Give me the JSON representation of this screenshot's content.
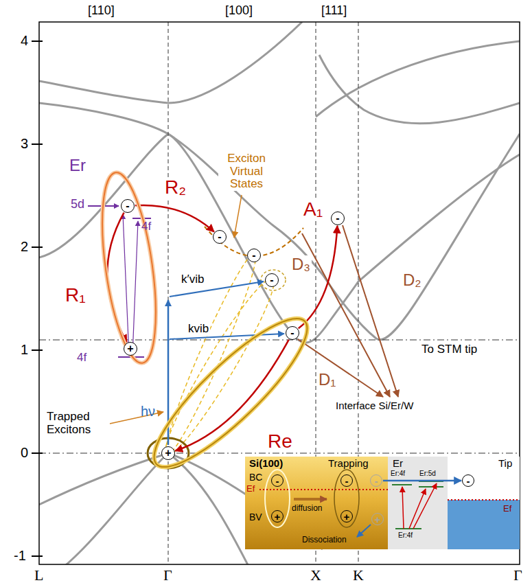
{
  "diagram": {
    "nodes": [
      {
        "text": [
          "Er"
        ]
      },
      {
        "text": [
          "-"
        ],
        "in": 0
      },
      {
        "text": [
          "+"
        ],
        "in": 0
      },
      {
        "text": [
          "-"
        ]
      },
      {
        "text": [
          "-"
        ]
      },
      {
        "text": [
          "-"
        ]
      },
      {
        "text": [
          "-"
        ]
      },
      {
        "text": [
          "Re"
        ]
      },
      {
        "text": [
          "-"
        ],
        "in": 7
      },
      {
        "text": [
          "+"
        ]
      },
      {
        "text": [
          "Si(100)",
          "Trapping",
          "BC",
          "BV"
        ]
      },
      {
        "text": [
          "-"
        ],
        "in": 10
      },
      {
        "text": [
          "-"
        ],
        "in": 10
      },
      {
        "text": [
          "-"
        ],
        "in": 10
      },
      {
        "text": [
          "+"
        ],
        "in": 10
      },
      {
        "text": [
          "+"
        ],
        "in": 10
      },
      {
        "text": [
          "+"
        ],
        "in": 10
      },
      {
        "text": [
          "Er"
        ]
      },
      {
        "text": [
          "Tip"
        ]
      },
      {
        "text": [
          "-"
        ]
      }
    ],
    "edges": [
      {
        "from": 1,
        "to": 2,
        "arrow": "to",
        "label": "R₁"
      },
      {
        "from": 1,
        "to": 3,
        "arrow": "to",
        "label": "R₂"
      },
      {
        "from": 8,
        "to": 6,
        "arrow": "to",
        "label": "A₁"
      },
      {
        "from": 8,
        "to": 9,
        "arrow": "to"
      },
      {
        "from": 13,
        "to": 19,
        "arrow": "to"
      }
    ],
    "labels": [
      "[110]",
      "[100]",
      "[111]",
      "4",
      "3",
      "2",
      "1",
      "0",
      "-1",
      "L",
      "Γ",
      "X",
      "K",
      "Γ",
      "5d",
      "4f",
      "4f",
      "Exciton Virtual States",
      "k′vib",
      "kvib",
      "D₁",
      "D₂",
      "D₃",
      "hν",
      "Trapped Excitons",
      "To STM tip",
      "Interface Si/Er/W",
      "Ef",
      "diffusion",
      "Dissociation",
      "Er:4f",
      "Er:5d",
      "Er:4f",
      "Ef"
    ]
  }
}
